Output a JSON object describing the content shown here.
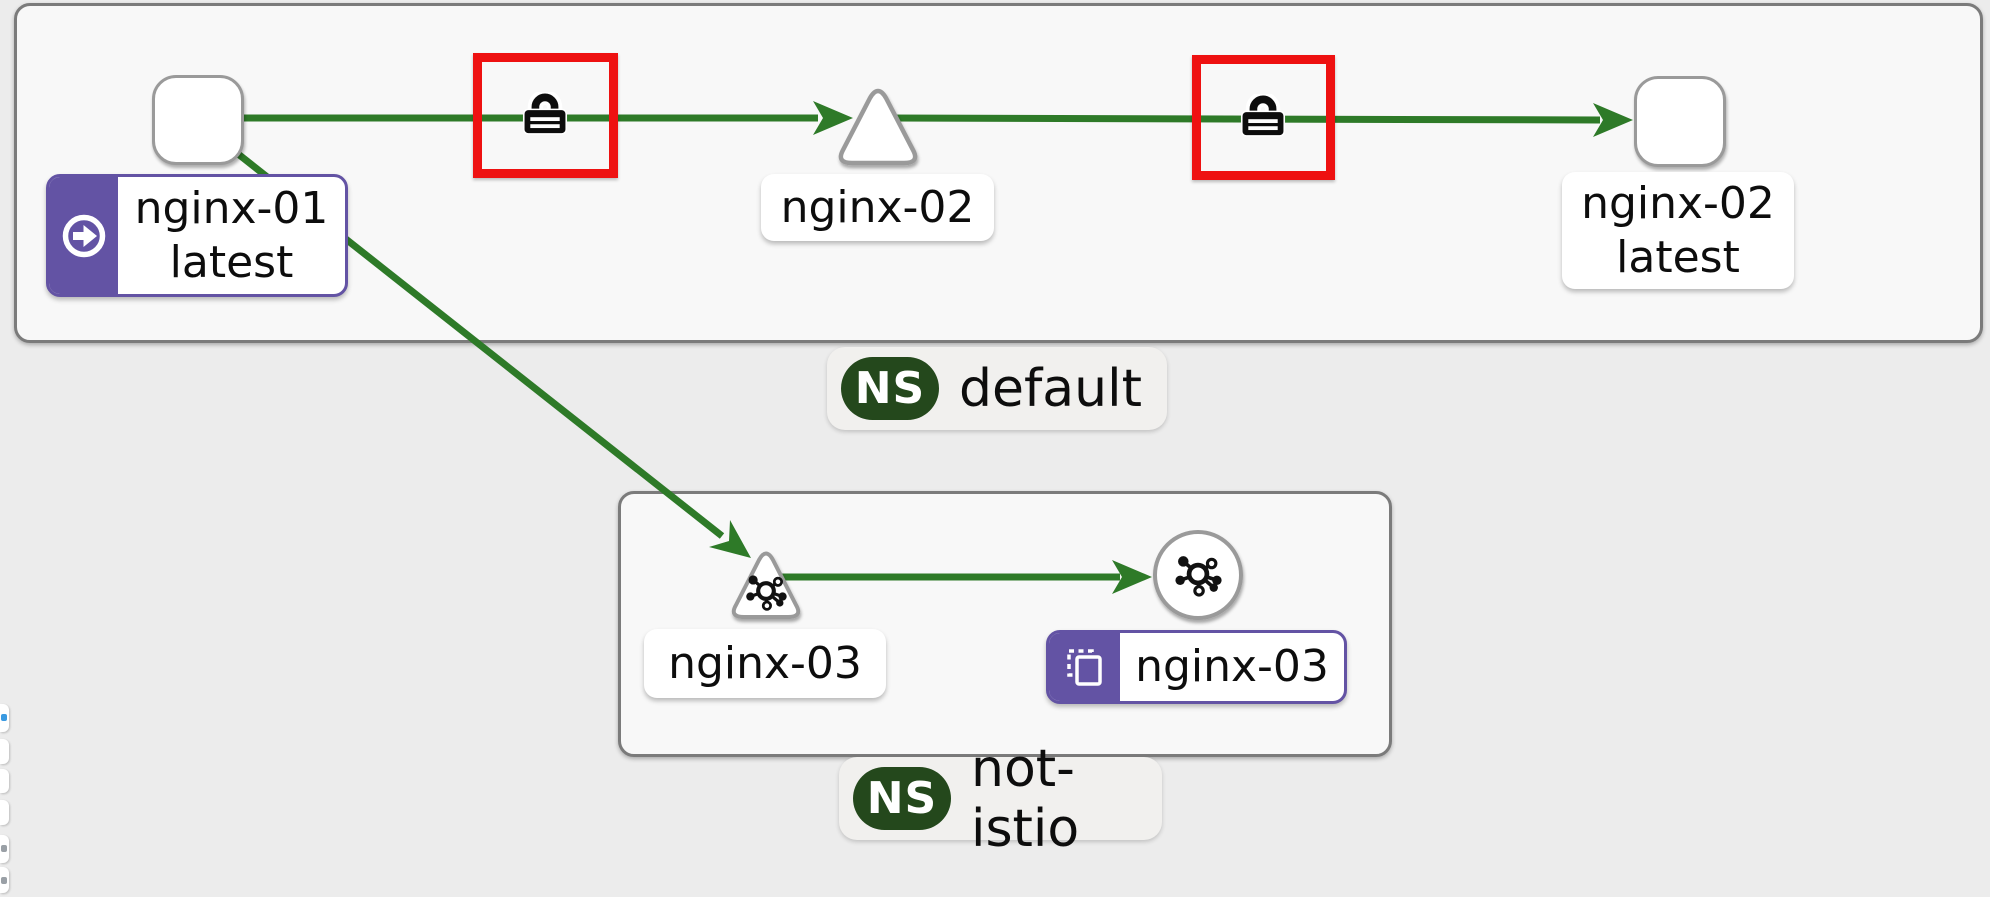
{
  "app": "kiali-service-mesh-graph",
  "graph": {
    "namespaces": {
      "default": {
        "badge": "NS",
        "name": "default"
      },
      "not_istio": {
        "badge": "NS",
        "name": "not-istio"
      }
    },
    "nodes": {
      "nginx01": {
        "name": "nginx-01",
        "version": "latest",
        "shape": "rounded-square",
        "badge": "traffic-source-arrow"
      },
      "nginx02_service": {
        "name": "nginx-02",
        "shape": "triangle"
      },
      "nginx02_workload": {
        "name": "nginx-02",
        "version": "latest",
        "shape": "rounded-square"
      },
      "nginx03_service": {
        "name": "nginx-03",
        "shape": "triangle",
        "icon": "out-of-mesh-icon"
      },
      "nginx03_workload": {
        "name": "nginx-03",
        "shape": "circle",
        "icon": "out-of-mesh-icon",
        "badge": "workload-entry"
      }
    },
    "edges": [
      {
        "from": "nginx-01",
        "to": "nginx-02 (service)",
        "status": "healthy",
        "mtls_lock": true,
        "lock_highlighted_red": true
      },
      {
        "from": "nginx-02 (service)",
        "to": "nginx-02 latest",
        "status": "healthy",
        "mtls_lock": true,
        "lock_highlighted_red": true
      },
      {
        "from": "nginx-01",
        "to": "nginx-03 (service)",
        "status": "healthy",
        "mtls_lock": false
      },
      {
        "from": "nginx-03 (service)",
        "to": "nginx-03 (workload)",
        "status": "healthy",
        "mtls_lock": false
      }
    ],
    "colors": {
      "edge_healthy_green": "#2e7a28",
      "highlight_red": "#ee1111",
      "badge_purple": "#6353a4",
      "ns_pill_green": "#24481c",
      "node_border_gray": "#9a9a9a",
      "namespace_fill": "#f8f8f8",
      "page_background": "#ececec"
    },
    "icons": [
      "lock-icon",
      "traffic-source-arrow-icon",
      "out-of-mesh-icon",
      "workload-entry-icon"
    ]
  },
  "toolbar": {
    "note": "partially visible button column at left edge",
    "button_count": 6
  }
}
